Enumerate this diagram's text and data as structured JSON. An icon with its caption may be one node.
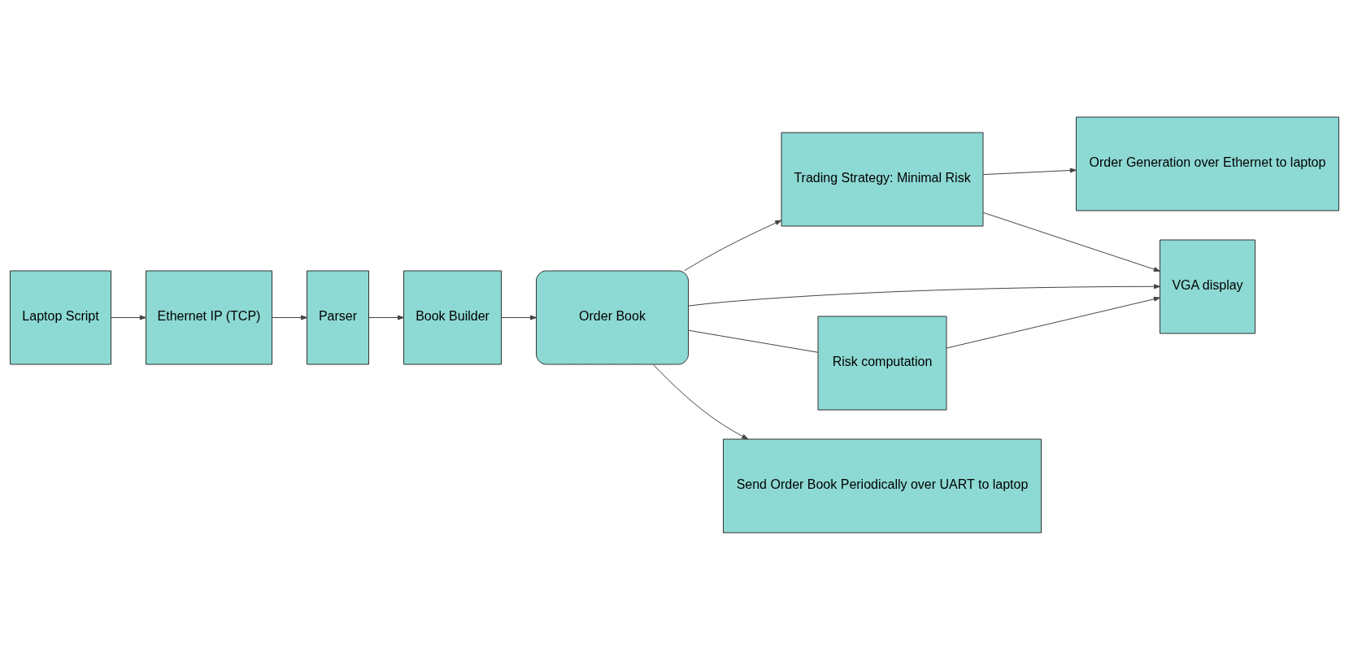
{
  "diagram": {
    "nodes": [
      {
        "text": [
          "Laptop Script"
        ]
      },
      {
        "text": [
          "Ethernet IP (TCP)"
        ]
      },
      {
        "text": [
          "Parser"
        ]
      },
      {
        "text": [
          "Book Builder"
        ]
      },
      {
        "text": [
          "Order Book"
        ]
      },
      {
        "text": [
          "Trading Strategy: Minimal Risk"
        ]
      },
      {
        "text": [
          "Order Generation over Ethernet to laptop"
        ]
      },
      {
        "text": [
          "VGA display"
        ]
      },
      {
        "text": [
          "Risk computation"
        ]
      },
      {
        "text": [
          "Send Order Book Periodically over UART to laptop"
        ]
      }
    ],
    "edges": [
      {
        "from": 0,
        "to": 1,
        "arrow": "to"
      },
      {
        "from": 1,
        "to": 2,
        "arrow": "to"
      },
      {
        "from": 2,
        "to": 3,
        "arrow": "to"
      },
      {
        "from": 3,
        "to": 4,
        "arrow": "to"
      },
      {
        "from": 4,
        "to": 5,
        "arrow": "to"
      },
      {
        "from": 5,
        "to": 6,
        "arrow": "to"
      },
      {
        "from": 5,
        "to": 7,
        "arrow": "to"
      },
      {
        "from": 4,
        "to": 7,
        "arrow": "to"
      },
      {
        "from": 4,
        "to": 9,
        "arrow": "to"
      },
      {
        "from": 4,
        "to": 8,
        "arrow": "none"
      },
      {
        "from": 8,
        "to": 7,
        "arrow": "to"
      }
    ]
  }
}
